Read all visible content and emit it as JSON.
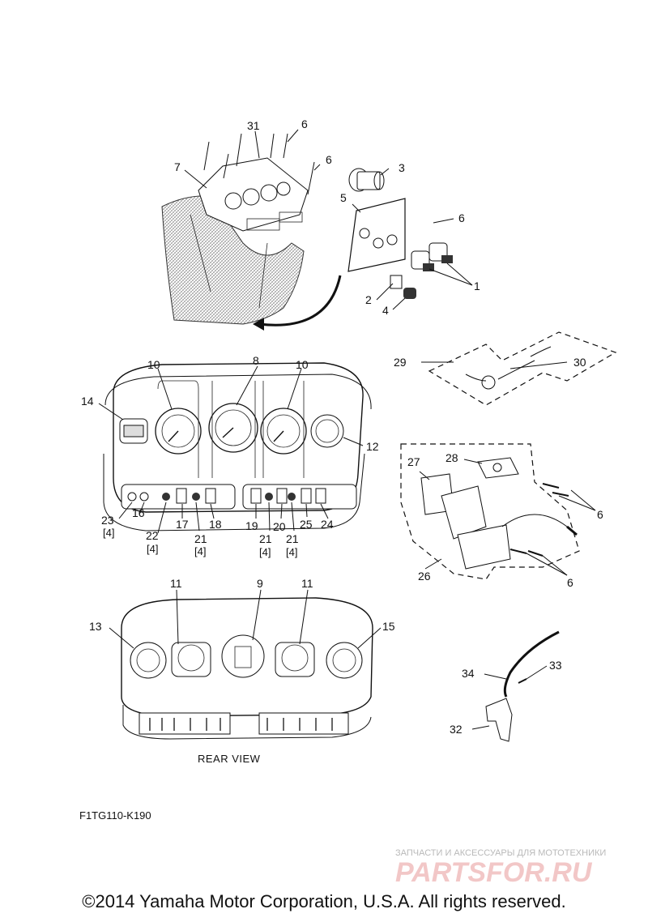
{
  "callouts": {
    "c31": "31",
    "c6a": "6",
    "c6b": "6",
    "c7": "7",
    "c3": "3",
    "c5": "5",
    "c6c": "6",
    "c1": "1",
    "c2": "2",
    "c4": "4",
    "c29": "29",
    "c30": "30",
    "c10a": "10",
    "c8": "8",
    "c10b": "10",
    "c14": "14",
    "c12": "12",
    "c28": "28",
    "c27": "27",
    "c6d": "6",
    "c23": "23",
    "c16": "16",
    "c22": "22",
    "c17": "17",
    "c21a": "21",
    "c18": "18",
    "c19": "19",
    "c21b": "21",
    "c20": "20",
    "c21c": "21",
    "c25": "25",
    "c24": "24",
    "c26": "26",
    "c6e": "6",
    "c11a": "11",
    "c9": "9",
    "c11b": "11",
    "c13": "13",
    "c15": "15",
    "c34": "34",
    "c33": "33",
    "c32": "32"
  },
  "quantities": {
    "q23": "[4]",
    "q22": "[4]",
    "q21a": "[4]",
    "q21b": "[4]",
    "q21c": "[4]"
  },
  "labels": {
    "rear_view": "REAR VIEW",
    "diagram_code": "F1TG110-K190"
  },
  "watermark": {
    "top_text": "ЗАПЧАСТИ И АКСЕССУАРЫ ДЛЯ МОТОТЕХНИКИ",
    "brand": "PARTSFOR.RU"
  },
  "footer": {
    "copyright": "©2014 Yamaha Motor Corporation, U.S.A. All rights reserved."
  }
}
